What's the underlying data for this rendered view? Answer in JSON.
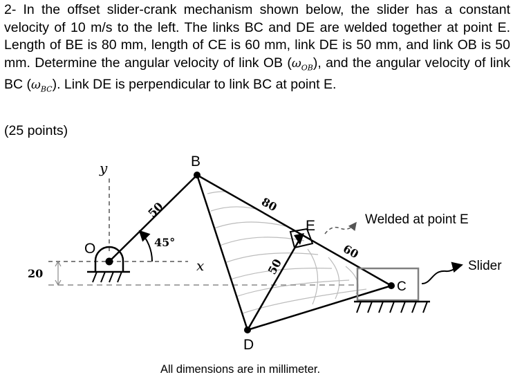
{
  "problem": {
    "part1": "2- In the offset slider-crank mechanism shown below, the slider has a constant velocity of 10 m/s to the left. The links BC and DE are welded together at point E. Length of BE is 80 mm, length of CE is 60 mm, link DE is 50 mm, and link OB is 50 mm. Determine the angular velocity of link OB (",
    "omega_ob_sym": "ω",
    "omega_ob_sub": "OB",
    "part2": "), and the angular velocity of link BC (",
    "omega_bc_sym": "ω",
    "omega_bc_sub": "BC",
    "part3": "). Link DE is perpendicular to link BC at point E."
  },
  "points": "(25 points)",
  "diagram": {
    "labels": {
      "point_b": "B",
      "point_o": "O",
      "point_e": "E",
      "point_c": "C",
      "point_d": "D",
      "axis_y": "y",
      "axis_x": "x"
    },
    "dimensions": {
      "ob": "50",
      "be": "80",
      "ec": "60",
      "de": "50",
      "offset": "20",
      "angle": "45°"
    },
    "callouts": {
      "welded": "Welded at point E",
      "slider": "Slider"
    },
    "footnote": "All dimensions are in millimeter."
  },
  "colors": {
    "line": "#000000",
    "dashed": "#888888",
    "hatch": "#bbbbbb",
    "slider_border": "#808080"
  }
}
